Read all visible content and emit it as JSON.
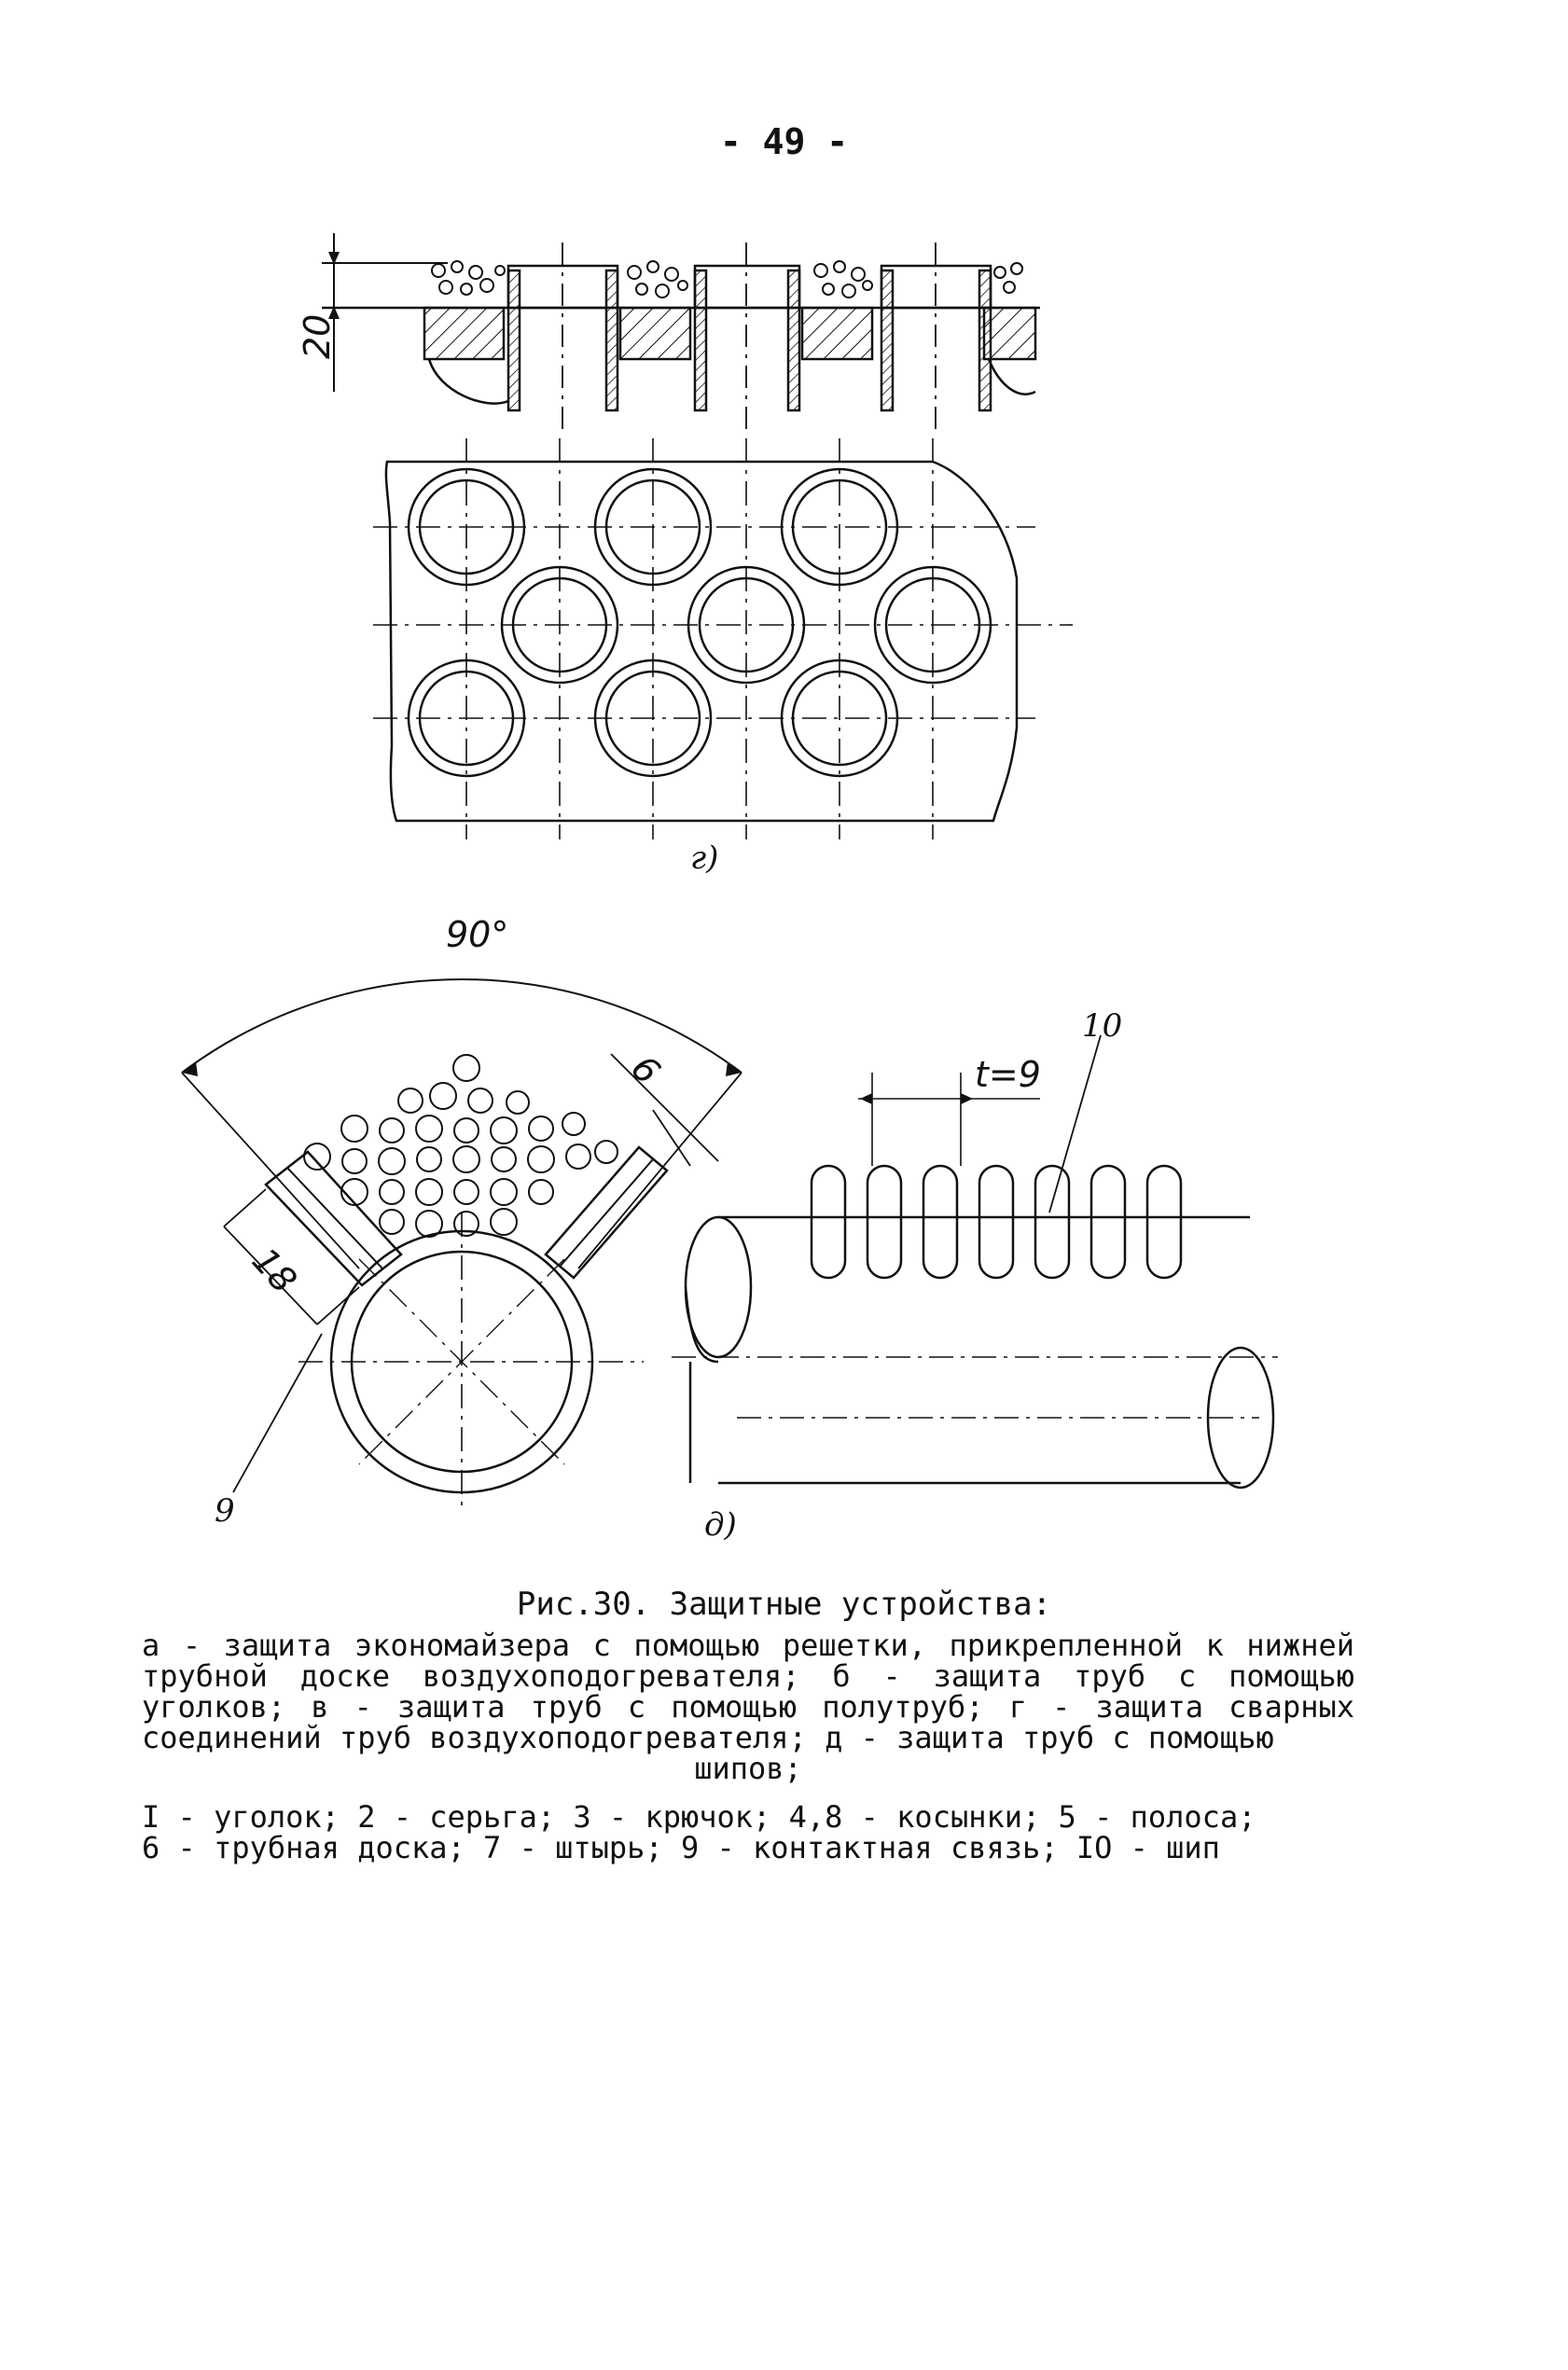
{
  "page": {
    "number": "- 49 -"
  },
  "figure_g": {
    "label": "г)",
    "dimension": "20"
  },
  "figure_d": {
    "label": "д)",
    "angle": "90°",
    "dim_6": "6",
    "dim_18": "18",
    "pitch": "t=9",
    "callout_10": "10",
    "callout_9": "9"
  },
  "caption": {
    "title": "Рис.30. Защитные устройства:",
    "description": "а - защита экономайзера с помощью решетки, прикрепленной к нижней трубной доске воздухоподогревателя; б - защита труб с помощью уголков; в - защита труб с помощью полутруб; г - защита сварных соединений труб воздухоподогревателя; д - защита труб с помощью",
    "description_end": "шипов;",
    "legend_line1": "I - уголок; 2 - серьга; 3 - крючок; 4,8 - косынки; 5 - полоса;",
    "legend_line2": "6 - трубная доска; 7 - штырь; 9 - контактная связь; IO - шип"
  }
}
